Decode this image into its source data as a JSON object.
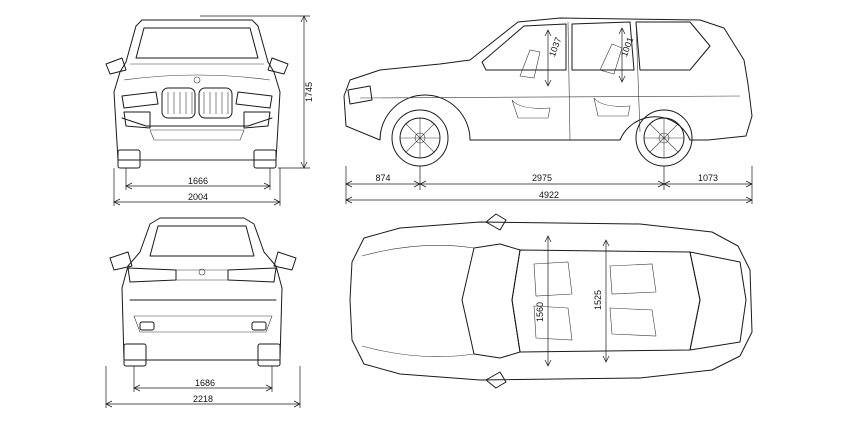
{
  "dimensions": {
    "height": "1745",
    "front_track": "1666",
    "width_body": "2004",
    "front_overhang": "874",
    "wheelbase": "2975",
    "rear_overhang": "1073",
    "length": "4922",
    "rear_track": "1686",
    "width_mirrors": "2218",
    "headroom_front": "1037",
    "headroom_rear": "1001",
    "shoulder_front": "1560",
    "shoulder_rear": "1525"
  }
}
